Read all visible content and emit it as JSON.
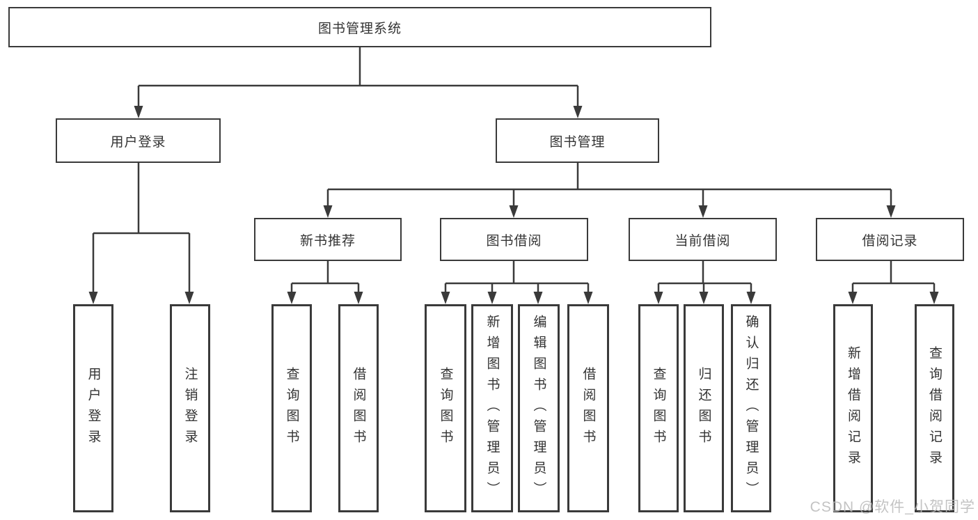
{
  "diagram": {
    "title": "图书管理系统",
    "colors": {
      "line": "#3a3a3a",
      "text": "#333333",
      "box_background": "#ffffff",
      "watermark": "#b9b9b9",
      "page_background": "#ffffff"
    },
    "root": {
      "label": "图书管理系统"
    },
    "branches": [
      {
        "label": "用户登录",
        "children": [
          {
            "label": "用户登录"
          },
          {
            "label": "注销登录"
          }
        ]
      },
      {
        "label": "图书管理",
        "children": [
          {
            "label": "新书推荐",
            "children": [
              {
                "label": "查询图书"
              },
              {
                "label": "借阅图书"
              }
            ]
          },
          {
            "label": "图书借阅",
            "children": [
              {
                "label": "查询图书"
              },
              {
                "label": "新增图书（管理员）"
              },
              {
                "label": "编辑图书（管理员）"
              },
              {
                "label": "借阅图书"
              }
            ]
          },
          {
            "label": "当前借阅",
            "children": [
              {
                "label": "查询图书"
              },
              {
                "label": "归还图书"
              },
              {
                "label": "确认归还（管理员）"
              }
            ]
          },
          {
            "label": "借阅记录",
            "children": [
              {
                "label": "新增借阅记录"
              },
              {
                "label": "查询借阅记录"
              }
            ]
          }
        ]
      }
    ]
  },
  "watermark": {
    "text": "CSDN @软件_小贺同学"
  }
}
